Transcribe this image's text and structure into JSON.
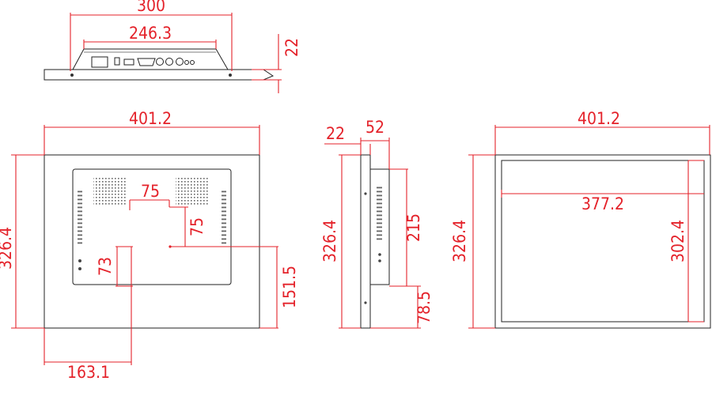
{
  "colors": {
    "dimension": "#e4222a",
    "outline": "#222222",
    "background": "#ffffff"
  },
  "views": {
    "top": {
      "overall_width": "300",
      "bracket_width": "246.3",
      "depth": "22"
    },
    "front": {
      "width": "401.2",
      "height": "326.4",
      "vesa_horizontal": "75",
      "vesa_vertical": "75",
      "left_offset": "73",
      "bottom_offset": "151.5",
      "horizontal_offset": "163.1"
    },
    "side": {
      "bezel_depth": "22",
      "total_depth": "52",
      "height": "326.4",
      "bracket_height": "215",
      "bottom_offset": "78.5"
    },
    "back": {
      "width": "401.2",
      "height": "326.4",
      "active_width": "377.2",
      "active_height": "302.4"
    }
  }
}
